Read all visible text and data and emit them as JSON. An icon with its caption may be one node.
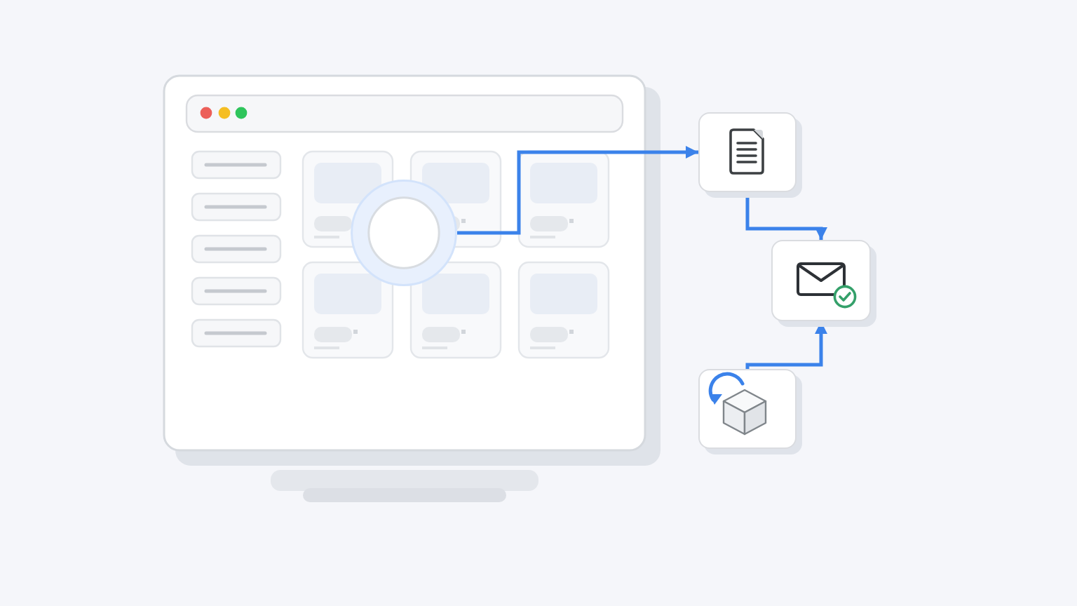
{
  "diagram": {
    "nodes": [
      {
        "text": [],
        "shape": "circle"
      },
      {
        "text": [],
        "shape": "box"
      },
      {
        "text": [],
        "shape": "box"
      },
      {
        "text": [],
        "shape": "box"
      }
    ],
    "edges": [
      {
        "from": 0,
        "to": 1,
        "arrow": "to"
      },
      {
        "from": 1,
        "to": 2,
        "arrow": "to"
      },
      {
        "from": 3,
        "to": 2,
        "arrow": "to"
      }
    ]
  }
}
